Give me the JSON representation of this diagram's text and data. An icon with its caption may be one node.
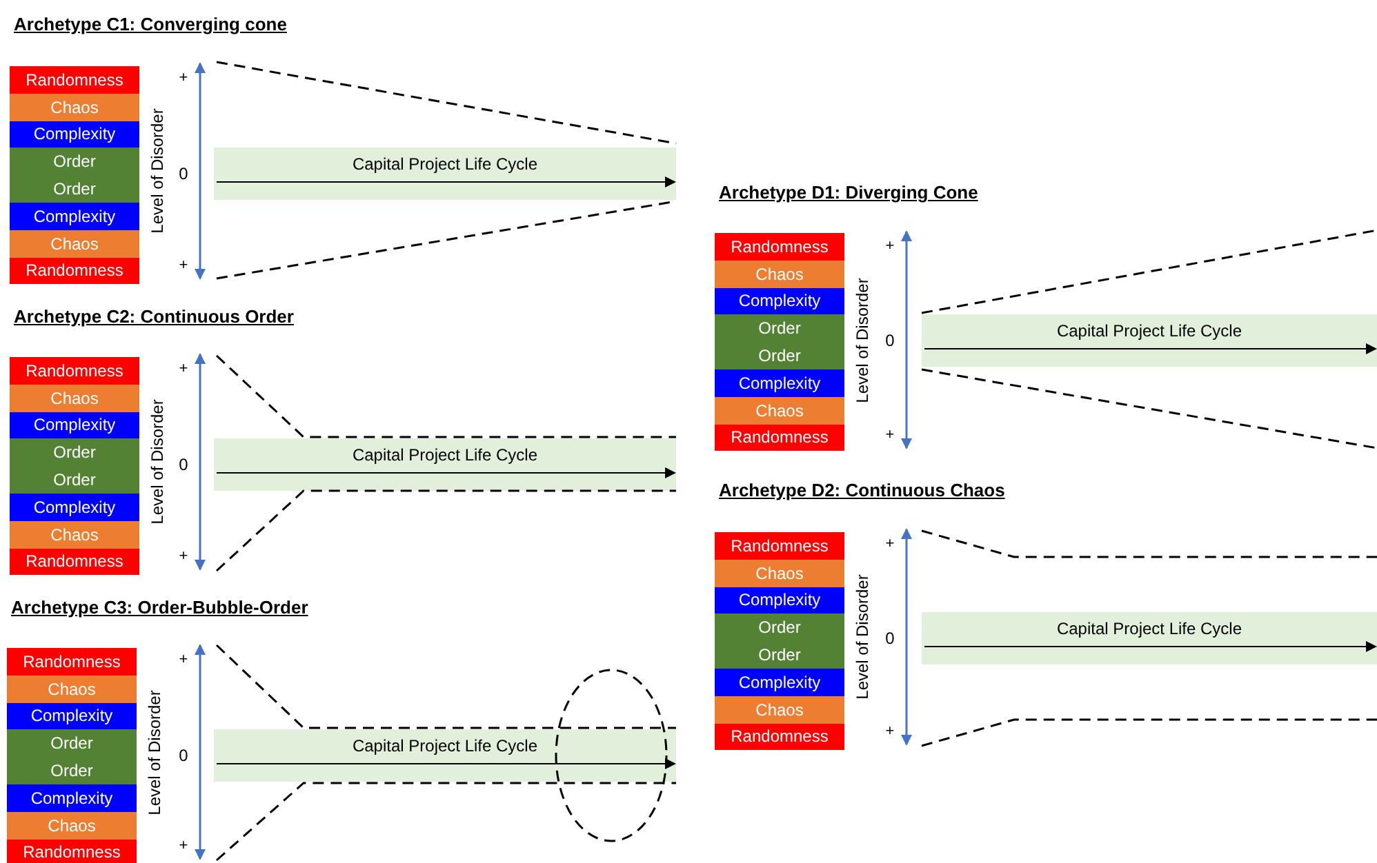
{
  "diagram": {
    "nodes": [
      {
        "text": [
          "Randomness"
        ]
      },
      {
        "text": [
          "Chaos"
        ]
      },
      {
        "text": [
          "Complexity"
        ]
      },
      {
        "text": [
          "Order"
        ]
      },
      {
        "text": [
          "Order"
        ]
      },
      {
        "text": [
          "Complexity"
        ]
      },
      {
        "text": [
          "Chaos"
        ]
      },
      {
        "text": [
          "Randomness"
        ]
      },
      {
        "text": [
          "Capital Project Life Cycle"
        ]
      },
      {
        "text": [
          "Randomness"
        ]
      },
      {
        "text": [
          "Chaos"
        ]
      },
      {
        "text": [
          "Complexity"
        ]
      },
      {
        "text": [
          "Order"
        ]
      },
      {
        "text": [
          "Order"
        ]
      },
      {
        "text": [
          "Complexity"
        ]
      },
      {
        "text": [
          "Chaos"
        ]
      },
      {
        "text": [
          "Randomness"
        ]
      },
      {
        "text": [
          "Capital Project Life Cycle"
        ]
      },
      {
        "text": [
          "Randomness"
        ]
      },
      {
        "text": [
          "Chaos"
        ]
      },
      {
        "text": [
          "Complexity"
        ]
      },
      {
        "text": [
          "Order"
        ]
      },
      {
        "text": [
          "Order"
        ]
      },
      {
        "text": [
          "Complexity"
        ]
      },
      {
        "text": [
          "Chaos"
        ]
      },
      {
        "text": [
          "Randomness"
        ]
      },
      {
        "text": [
          "Capital Project Life Cycle"
        ]
      },
      {
        "text": [
          "Randomness"
        ]
      },
      {
        "text": [
          "Chaos"
        ]
      },
      {
        "text": [
          "Complexity"
        ]
      },
      {
        "text": [
          "Order"
        ]
      },
      {
        "text": [
          "Order"
        ]
      },
      {
        "text": [
          "Complexity"
        ]
      },
      {
        "text": [
          "Chaos"
        ]
      },
      {
        "text": [
          "Randomness"
        ]
      },
      {
        "text": [
          "Capital Project Life Cycle"
        ]
      },
      {
        "text": [
          "Randomness"
        ]
      },
      {
        "text": [
          "Chaos"
        ]
      },
      {
        "text": [
          "Complexity"
        ]
      },
      {
        "text": [
          "Order"
        ]
      },
      {
        "text": [
          "Order"
        ]
      },
      {
        "text": [
          "Complexity"
        ]
      },
      {
        "text": [
          "Chaos"
        ]
      },
      {
        "text": [
          "Randomness"
        ]
      },
      {
        "text": [
          "Capital Project Life Cycle"
        ]
      }
    ],
    "labels": [
      "Archetype C1: Converging cone",
      "+",
      "0",
      "+",
      "Level of Disorder",
      "Archetype C2: Continuous Order",
      "+",
      "0",
      "+",
      "Level of Disorder",
      "Archetype C3: Order-Bubble-Order",
      "+",
      "0",
      "+",
      "Level of Disorder",
      "Archetype D1: Diverging Cone",
      "+",
      "0",
      "+",
      "Level of Disorder",
      "Archetype D2: Continuous Chaos",
      "+",
      "0",
      "+",
      "Level of Disorder"
    ]
  }
}
